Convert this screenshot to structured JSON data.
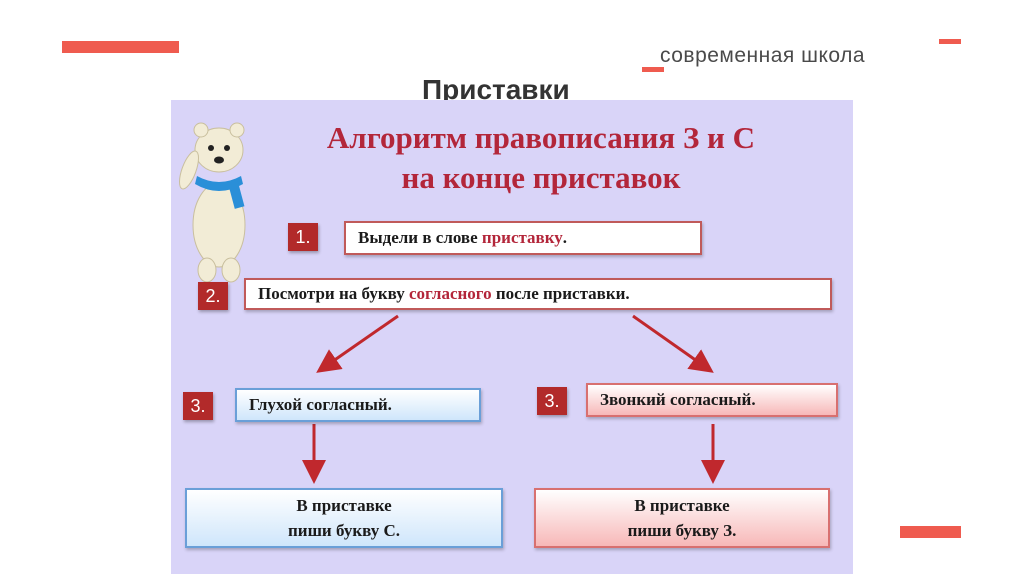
{
  "brand": "современная школа",
  "title": "Приставки",
  "slide": {
    "heading_line1": "Алгоритм правописания З и С",
    "heading_line2": "на конце приставок",
    "step1": {
      "num": "1.",
      "text_before": "Выдели в слове ",
      "highlight": "приставку",
      "text_after": "."
    },
    "step2": {
      "num": "2.",
      "text_before": "Посмотри на букву ",
      "highlight": "согласного",
      "text_after": " после приставки."
    },
    "step3_left": {
      "num": "3.",
      "text": "Глухой согласный."
    },
    "step3_right": {
      "num": "3.",
      "text": "Звонкий согласный."
    },
    "result_left": {
      "line1": "В приставке",
      "line2": "пиши букву С."
    },
    "result_right": {
      "line1": "В приставке",
      "line2": "пиши букву З."
    }
  },
  "colors": {
    "accent": "#ef5b4f",
    "slide_bg": "#d9d4f8",
    "heading": "#b3263a",
    "arrow": "#c0282d"
  },
  "icons": {
    "mascot": "polar-bear-mascot"
  }
}
